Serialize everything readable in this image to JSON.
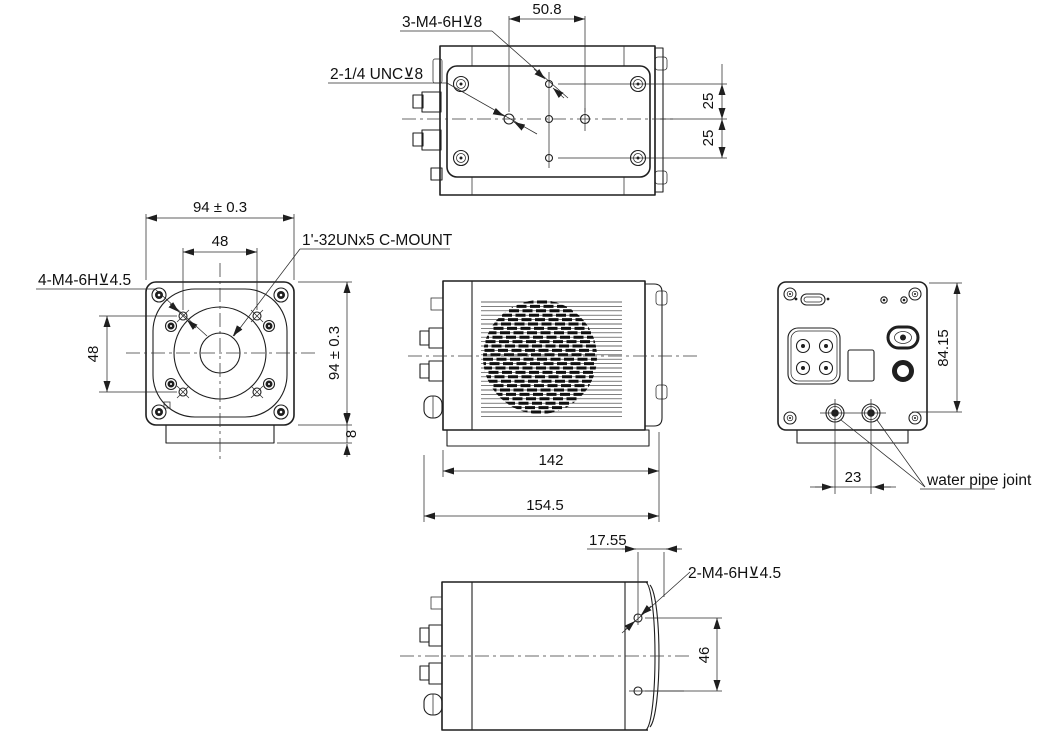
{
  "title": "Industrial camera dimensional drawing",
  "units": "mm",
  "colors": {
    "background": "#ffffff",
    "line": "#1f1f1f",
    "text": "#111111"
  },
  "views": {
    "top": {
      "labels": {
        "tapped_holes": "3-M4-6H⊻8",
        "tripod_thread": "2-1/4 UNC⊻8"
      },
      "dims": {
        "hole_spacing": "50.8",
        "row_pitch_upper": "25",
        "row_pitch_lower": "25"
      }
    },
    "front": {
      "labels": {
        "tapped_holes": "4-M4-6H⊻4.5",
        "lens_mount": "1'-32UNx5 C-MOUNT"
      },
      "dims": {
        "width": "94 ± 0.3",
        "hole_pitch_horizontal": "48",
        "hole_pitch_vertical": "48",
        "height": "94 ± 0.3",
        "flange": "8"
      }
    },
    "side": {
      "dims": {
        "body_length": "142",
        "overall_length": "154.5"
      }
    },
    "back": {
      "labels": {
        "water_pipe_joint": "water pipe joint"
      },
      "dims": {
        "joint_height": "84.15",
        "joint_spacing": "23"
      }
    },
    "bottom": {
      "labels": {
        "tapped_holes": "2-M4-6H⊻4.5"
      },
      "dims": {
        "hole_offset": "17.55",
        "hole_spacing": "46"
      }
    }
  }
}
